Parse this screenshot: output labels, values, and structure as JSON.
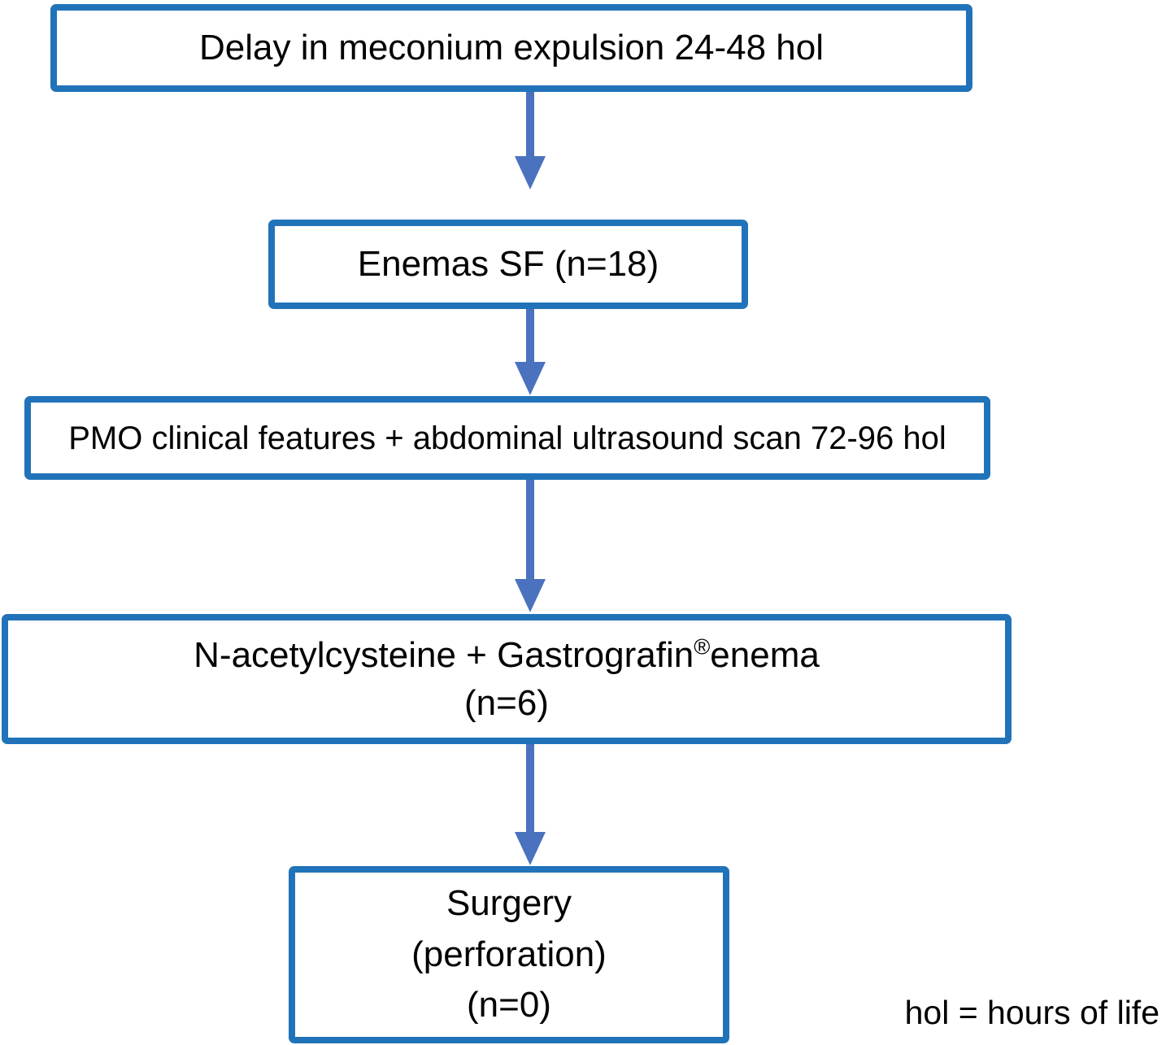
{
  "boxes": [
    {
      "label": "Delay in meconium expulsion 24-48 hol"
    },
    {
      "label": "Enemas SF (n=18)"
    },
    {
      "label": "PMO clinical features + abdominal ultrasound scan 72-96 hol"
    },
    {
      "line1_pre": "N-acetylcysteine + Gastrografin",
      "line1_sup": "®",
      "line1_post": "enema",
      "line2": "(n=6)"
    },
    {
      "line1": "Surgery",
      "line2": "(perforation)",
      "line3": "(n=0)"
    }
  ],
  "footnote": "hol = hours of life",
  "colors": {
    "box_border": "#2173B9",
    "arrow": "#4A72BE",
    "text": "#000000",
    "background": "#FFFFFF"
  }
}
